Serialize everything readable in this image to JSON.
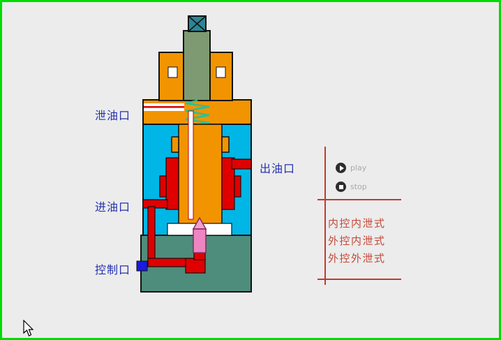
{
  "window": {
    "background_color": "#ececec",
    "frame_color": "#00dc00"
  },
  "diagram": {
    "labels": {
      "drain_port": "泄油口",
      "inlet_port": "进油口",
      "control_port": "控制口",
      "outlet_port": "出油口"
    },
    "colors": {
      "body_orange": "#f29400",
      "chamber_cyan": "#00b6e6",
      "pressure_oil_red": "#e00000",
      "base_teal": "#4e8d7b",
      "stem_olive": "#7e9a72",
      "spring_green": "#2fbf90",
      "piston_pink": "#ee85c2",
      "control_port_blue": "#1a1ae0",
      "label_text_blue": "#2431ae"
    }
  },
  "panel": {
    "play_label": "play",
    "stop_label": "stop",
    "modes": [
      {
        "label": "内控内泄式"
      },
      {
        "label": "外控内泄式"
      },
      {
        "label": "外控外泄式"
      }
    ],
    "rule_color": "#c23a2e",
    "mode_text_color": "#c34a3a",
    "button_label_color": "#a9a9a9"
  }
}
